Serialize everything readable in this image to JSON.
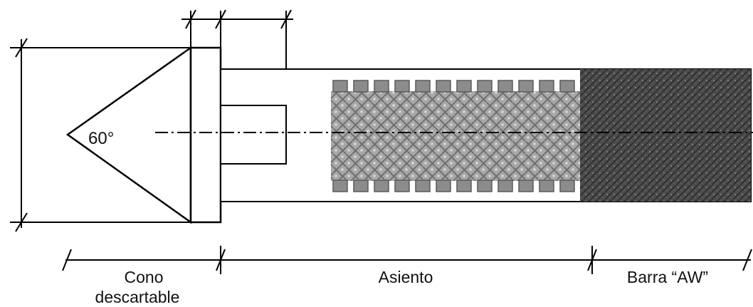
{
  "diagram": {
    "angle_label": "60°",
    "labels": {
      "cone_line1": "Cono",
      "cone_line2": "descartable",
      "seat": "Asiento",
      "bar": "Barra “AW”"
    }
  },
  "colors": {
    "line": "#000000",
    "body_fill": "#ffffff",
    "bar_fill": "#4a4a4a",
    "thread_fill": "#9c9c9c"
  }
}
